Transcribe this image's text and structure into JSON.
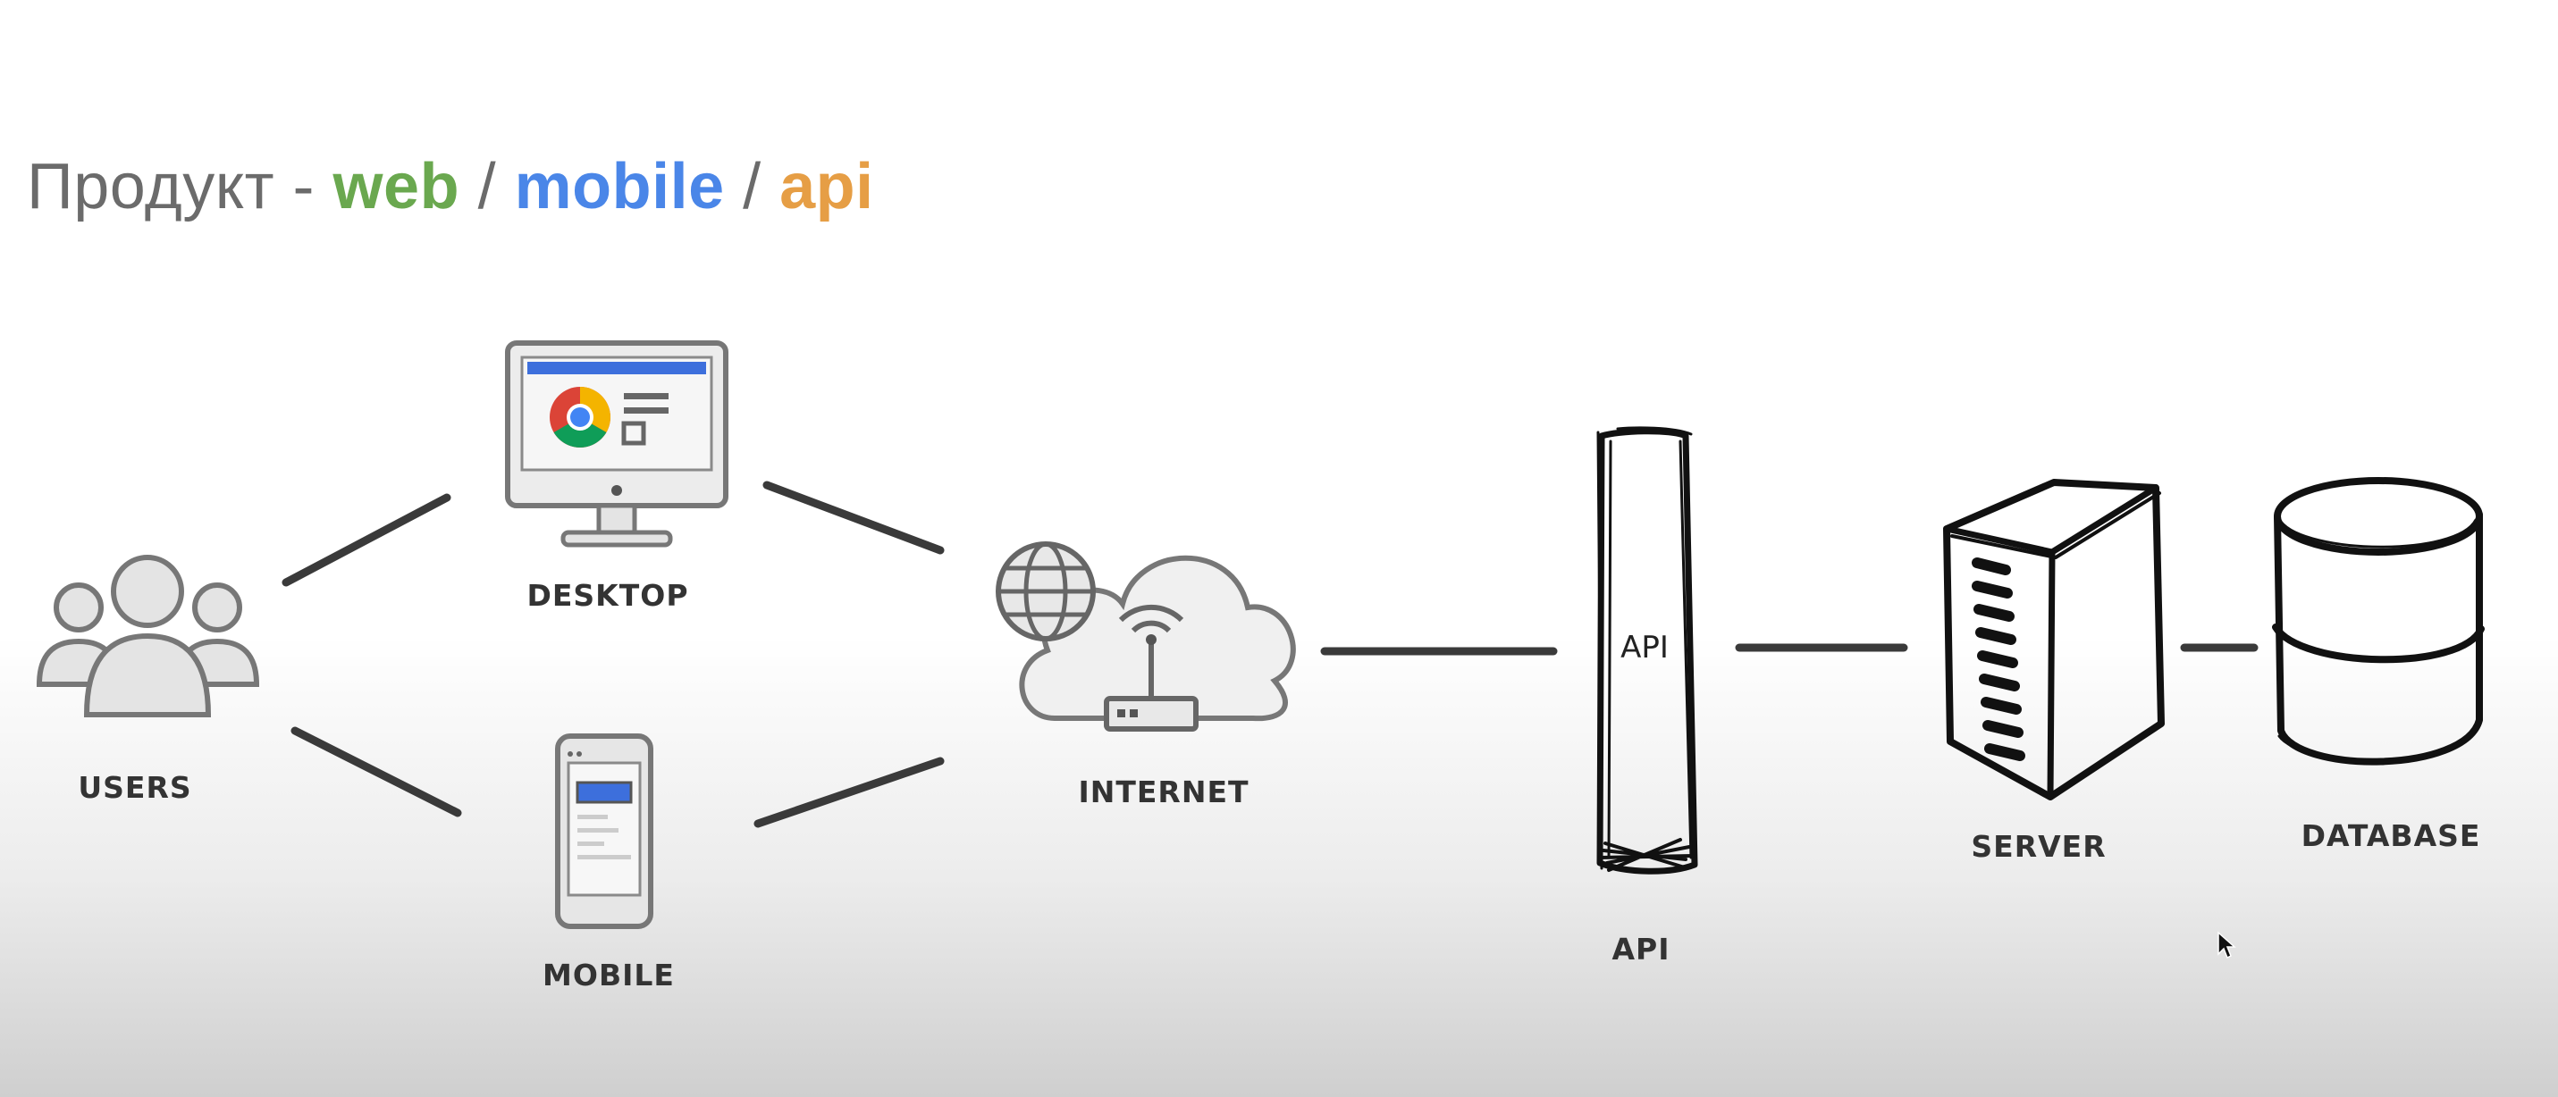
{
  "title": {
    "prefix": "Продукт - ",
    "web": "web",
    "sep1": " / ",
    "mobile": "mobile",
    "sep2": " / ",
    "api": "api"
  },
  "colors": {
    "title_text": "#6b6b6b",
    "web": "#6aa84f",
    "mobile": "#4a86e8",
    "api": "#e69e45",
    "connector": "#3a3a3a",
    "icon_fill": "#e4e4e4",
    "icon_stroke": "#777777",
    "screen_bar": "#3d6fdc"
  },
  "nodes": {
    "users": "USERS",
    "desktop": "DESKTOP",
    "mobile": "MOBILE",
    "internet": "INTERNET",
    "api_box": "API",
    "api": "API",
    "server": "SERVER",
    "database": "DATABASE"
  },
  "icons": {
    "users": "users-group-icon",
    "desktop": "desktop-monitor-icon",
    "mobile": "smartphone-icon",
    "internet": "cloud-globe-router-icon",
    "api": "api-pillar-icon",
    "server": "server-tower-icon",
    "database": "database-cylinder-icon"
  }
}
